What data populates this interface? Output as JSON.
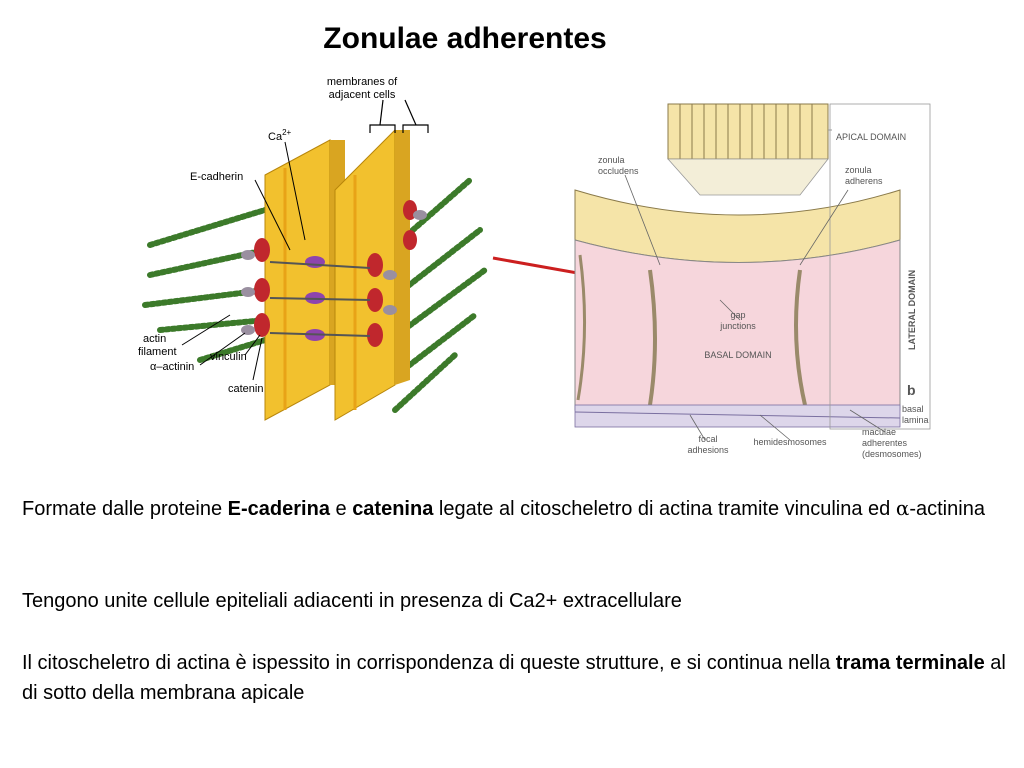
{
  "title": "Zonulae adherentes",
  "left_figure": {
    "labels": {
      "membranes_line1": "membranes of",
      "membranes_line2": "adjacent cells",
      "calcium": "Ca",
      "calcium_sup": "2+",
      "e_cadherin": "E-cadherin",
      "actin_line1": "actin",
      "actin_line2": "filament",
      "alpha_actinin": "α–actinin",
      "vinculin": "vinculin",
      "catenin": "catenin"
    }
  },
  "right_figure": {
    "labels": {
      "apical_domain": "APICAL DOMAIN",
      "zonula_occludens_1": "zonula",
      "zonula_occludens_2": "occludens",
      "zonula_adherens_1": "zonula",
      "zonula_adherens_2": "adherens",
      "lateral_domain": "LATERAL DOMAIN",
      "gap_1": "gap",
      "gap_2": "junctions",
      "basal_domain": "BASAL DOMAIN",
      "panel_letter": "b",
      "basal_lamina_1": "basal",
      "basal_lamina_2": "lamina",
      "focal_1": "focal",
      "focal_2": "adhesions",
      "hemidesmosomes": "hemidesmosomes",
      "maculae_1": "maculae",
      "maculae_2": "adherentes",
      "maculae_3": "(desmosomes)"
    }
  },
  "colors": {
    "arrow": "#cc1f1f",
    "membrane": "#f2c12e",
    "actin": "#3c7a2a",
    "cell": "#f6d6dc"
  },
  "text": {
    "p1_a": "Formate dalle proteine ",
    "p1_b": "E-caderina",
    "p1_c": " e ",
    "p1_d": "catenina",
    "p1_e": " legate al citoscheletro di actina tramite vinculina ed ",
    "p1_f": "α",
    "p1_g": "-actinina",
    "p2": "Tengono unite cellule epiteliali adiacenti in presenza di Ca2+ extracellulare",
    "p3_a": "Il citoscheletro di actina è ispessito in corrispondenza di queste strutture, e si continua nella ",
    "p3_b": "trama terminale",
    "p3_c": " al di sotto della membrana apicale"
  }
}
